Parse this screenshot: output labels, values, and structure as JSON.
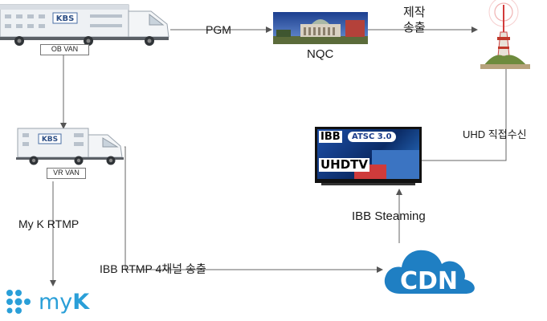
{
  "nodes": {
    "ob_van": {
      "tag": "OB VAN",
      "brand": "KBS"
    },
    "vr_van": {
      "tag": "VR VAN",
      "brand": "KBS"
    },
    "nqc": {
      "label": "NQC"
    },
    "tower": {
      "label": ""
    },
    "tv": {
      "ibb": "IBB",
      "atsc": "ATSC 3.0",
      "uhdtv": "UHDTV"
    },
    "cdn": {
      "label": "CDN"
    },
    "myk": {
      "label_my": "my",
      "label_k": "K"
    }
  },
  "edges": {
    "pgm": "PGM",
    "production_line1": "제작",
    "production_line2": "송출",
    "uhd_reception": "UHD 직접수신",
    "ibb_streaming": "IBB Steaming",
    "myk_rtmp": "My K RTMP",
    "ibb_rtmp": "IBB RTMP 4채널 송출"
  },
  "colors": {
    "cdn_cloud": "#1f7fc3",
    "myk_brand": "#2a9fd8",
    "arrow": "#555555"
  }
}
